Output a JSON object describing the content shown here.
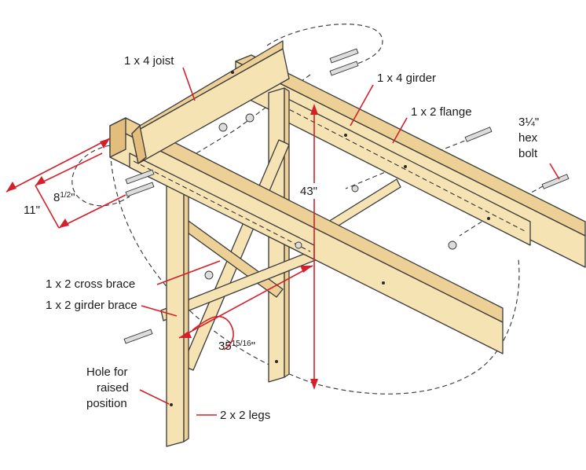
{
  "labels": {
    "joist": "1 x 4 joist",
    "girder": "1 x 4 girder",
    "flange": "1 x 2 flange",
    "hex_bolt_line1": "3¼\"",
    "hex_bolt_line2": "hex",
    "hex_bolt_line3": "bolt",
    "cross_brace": "1 x 2 cross brace",
    "girder_brace": "1 x 2 girder brace",
    "hole_line1": "Hole for",
    "hole_line2": "raised",
    "hole_line3": "position",
    "legs": "2 x 2 legs"
  },
  "dimensions": {
    "height": "43\"",
    "width_outer": "11\"",
    "width_inner_whole": "8",
    "width_inner_frac": "1/2",
    "width_inner_unit": "\"",
    "brace_whole": "35",
    "brace_frac": "15/16",
    "brace_unit": "\""
  },
  "colors": {
    "wood": "#f6e3b4",
    "leader": "#d3202a"
  }
}
